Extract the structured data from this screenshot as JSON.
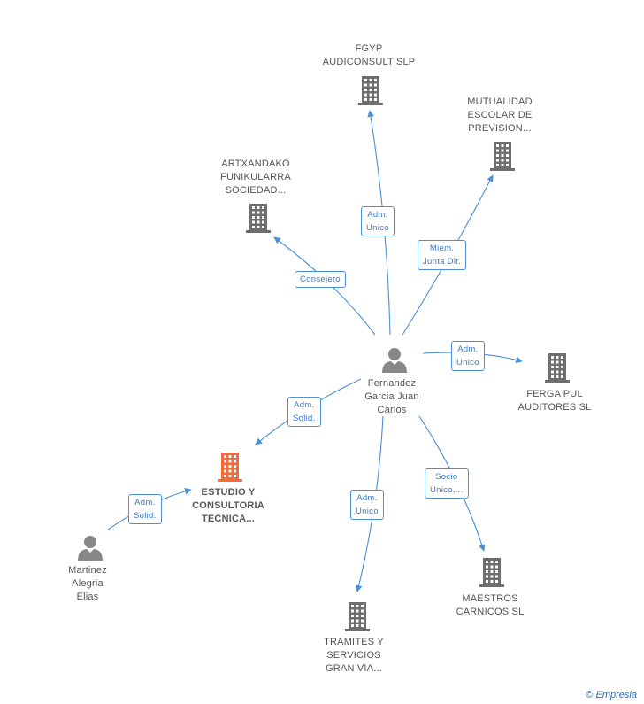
{
  "colors": {
    "edge": "#4a8fd8",
    "company": "#6f6f6f",
    "focus_company": "#f26b3a",
    "person": "#888888"
  },
  "nodes": {
    "fgyp": {
      "label": "FGYP\nAUDICONSULT SLP",
      "type": "company"
    },
    "mutualidad": {
      "label": "MUTUALIDAD\nESCOLAR DE\nPREVISION...",
      "type": "company"
    },
    "artxandako": {
      "label": "ARTXANDAKO\nFUNIKULARRA\nSOCIEDAD...",
      "type": "company"
    },
    "fernandez": {
      "label": "Fernandez\nGarcia Juan\nCarlos",
      "type": "person"
    },
    "ferga": {
      "label": "FERGA PUL\nAUDITORES SL",
      "type": "company"
    },
    "estudio": {
      "label": "ESTUDIO Y\nCONSULTORIA\nTECNICA...",
      "type": "focus_company"
    },
    "martinez": {
      "label": "Martinez\nAlegria\nElias",
      "type": "person"
    },
    "tramites": {
      "label": "TRAMITES Y\nSERVICIOS\nGRAN VIA...",
      "type": "company"
    },
    "maestros": {
      "label": "MAESTROS\nCARNICOS SL",
      "type": "company"
    }
  },
  "edges": {
    "fgyp": {
      "label": "Adm.\nUnico"
    },
    "mutualidad": {
      "label": "Miem.\nJunta Dir."
    },
    "artxandako": {
      "label": "Consejero"
    },
    "ferga": {
      "label": "Adm.\nUnico"
    },
    "estudio": {
      "label": "Adm.\nSolid."
    },
    "martinez_estudio": {
      "label": "Adm.\nSolid."
    },
    "tramites": {
      "label": "Adm.\nUnico"
    },
    "maestros": {
      "label": "Socio\nÚnico,..."
    }
  },
  "footer": {
    "copyright": "©",
    "brand": "Empresia"
  }
}
